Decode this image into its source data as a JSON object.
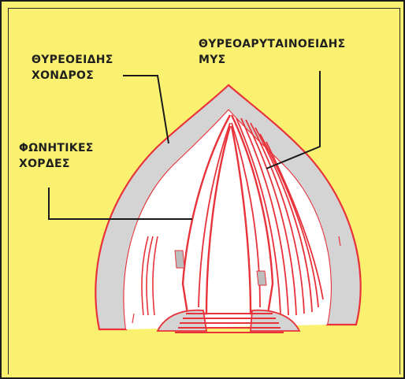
{
  "labels": {
    "thyroid_cartilage": {
      "line1": "ΘΥΡΕΟΕΙΔΗΣ",
      "line2": "ΧΟΝΔΡΟΣ"
    },
    "vocal_cords": {
      "line1": "ΦΩΝΗΤΙΚΕΣ",
      "line2": "ΧΟΡΔΕΣ"
    },
    "thyroarytenoid_muscle": {
      "line1": "ΘΥΡΕΟΑΡΥΤΑΙΝΟΕΙΔΗΣ",
      "line2": "ΜΥΣ"
    }
  },
  "colors": {
    "background": "#fbf170",
    "cartilage_fill": "#d4d4d4",
    "outline_red": "#e8333b",
    "pointer_line": "#1a1a1a"
  }
}
